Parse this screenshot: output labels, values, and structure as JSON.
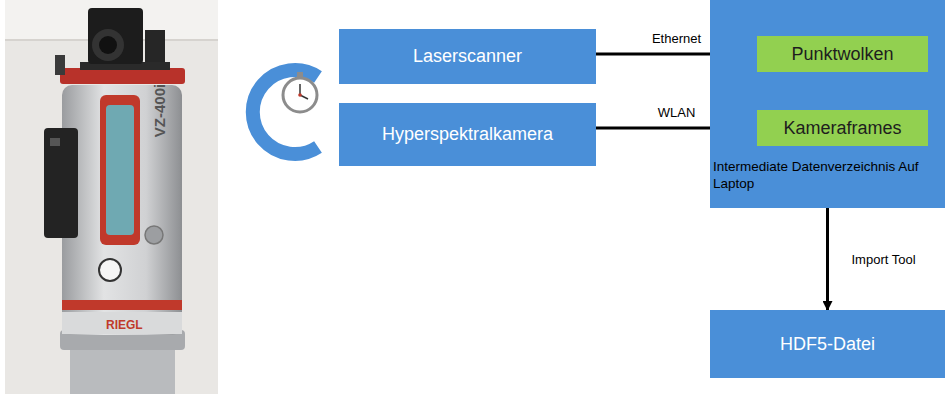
{
  "diagram": {
    "nodes": [
      {
        "text": [
          "Laserscanner"
        ]
      },
      {
        "text": [
          "Hyperspektralkamera"
        ]
      },
      {
        "text": [
          "Intermediate Datenverzeichnis Auf Laptop"
        ]
      },
      {
        "text": [
          "Punktwolken"
        ],
        "in": 2
      },
      {
        "text": [
          "Kameraframes"
        ],
        "in": 2
      },
      {
        "text": [
          "HDF5-Datei"
        ]
      }
    ],
    "edges": [
      {
        "from": 0,
        "to": 3,
        "label": "Ethernet",
        "arrow": "to"
      },
      {
        "from": 1,
        "to": 4,
        "label": "WLAN",
        "arrow": "to"
      },
      {
        "from": 2,
        "to": 5,
        "label": "Import Tool",
        "arrow": "to"
      }
    ],
    "labels": [
      "VZ-400i",
      "RIEGL"
    ]
  }
}
